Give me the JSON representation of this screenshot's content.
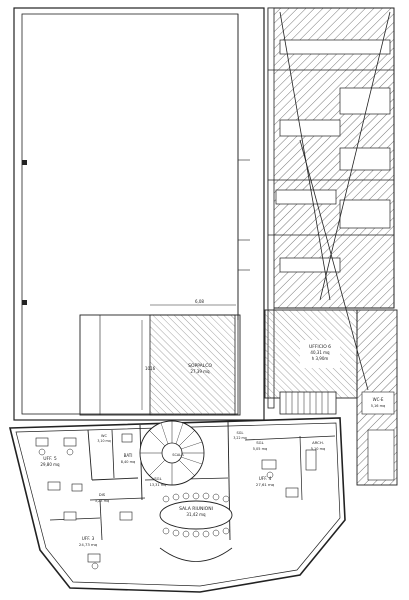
{
  "colors": {
    "line": "#222222",
    "hatch": "#555555",
    "paper": "#ffffff"
  },
  "dimensions": {
    "vertical": "1016",
    "horizontal": "6,08"
  },
  "rooms": {
    "soppalco": {
      "name": "SOPPALCO",
      "area": "27,39 mq"
    },
    "ufficio_main": {
      "name": "UFFICIO 6",
      "area": "40,31 mq",
      "extra": "h 3,90m"
    },
    "wc_right": {
      "name": "WC-E",
      "area": "5,16 mq"
    },
    "uff5": {
      "name": "UFF. 5",
      "area": "29,80 mq"
    },
    "wc_small": {
      "name": "WC",
      "area": "3,10 mq"
    },
    "bati": {
      "name": "BATI",
      "area": "8,40 mq"
    },
    "sgl1": {
      "name": "SGL",
      "area": "3,22 mq"
    },
    "sgl2": {
      "name": "SGL",
      "area": "5,05 mq"
    },
    "arch": {
      "name": "ARCH.",
      "area": "5,10 mq"
    },
    "scala": {
      "name": "SCALA"
    },
    "dis": {
      "name": "DIS",
      "area": "3,23 mq"
    },
    "sgl3": {
      "name": "SGL",
      "area": "13,31 mq"
    },
    "uff4": {
      "name": "UFF. 4",
      "area": "27,61 mq"
    },
    "sala": {
      "name": "SALA RIUNIONI",
      "area": "31,42 mq"
    },
    "uff3": {
      "name": "UFF. 3",
      "area": "24,73 mq"
    }
  }
}
